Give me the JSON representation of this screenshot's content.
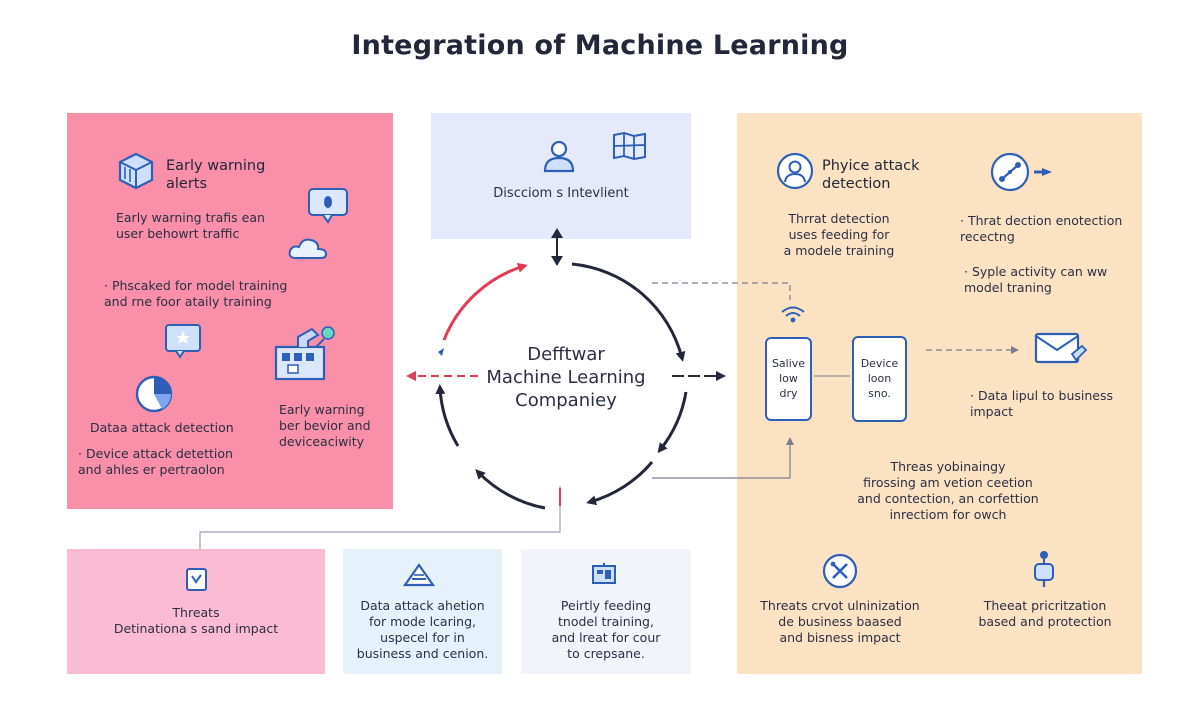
{
  "title": "Integration of Machine Learning",
  "center": {
    "label": "Defftwar\nMachine Learning\nCompaniey"
  },
  "left_panel": {
    "heading": "Early warning\nalerts",
    "text1": "Early warning trafis ean\nuser behowrt traffic",
    "text2": "· Phscaked for model training\nand rne foor ataily training",
    "text3": "Early warning\nber bevior and\ndeviceaciwity",
    "text4": "Dataa attack detection",
    "text5": "· Device attack detettion\nand ahles er pertraolon"
  },
  "top_panel": {
    "label": "Discciom s Intevlient"
  },
  "right_panel": {
    "heading": "Phyice attack\ndetection",
    "text1": "Thrrat detection\nuses feeding for\na modele training",
    "text2": "· Thrat dection enotection\nrecectng",
    "text3": "· Syple activity can ww\nmodel traning",
    "device1": "Salive\nlow\ndry",
    "device2": "Device\nloon\nsno.",
    "text4": "· Data lipul to business\nimpact",
    "text5": "Threas yobinaingy\nfirossing am vetion ceetion\nand contection, an corfettion\ninrectiom for owch",
    "text6": "Threats crvot ulninization\nde business baased\nand bisness impact",
    "text7": "Theeat pricritzation\nbased and protection"
  },
  "bottom_boxes": [
    {
      "text": "Threats\nDetinationa s sand impact"
    },
    {
      "text": "Data attack ahetion\nfor mode lcaring,\nuspecel for in\nbusiness and cenion."
    },
    {
      "text": "Peirtly feeding\ntnodel training,\nand lreat for cour\nto crepsane."
    }
  ],
  "colors": {
    "left_panel": "#f98fa8",
    "top_panel": "#e4e9fb",
    "right_panel": "#fbe2c3",
    "bottom1": "#fbbcd3",
    "bottom2": "#e6f2fb",
    "bottom3": "#f1f5fa",
    "cycle_arrow": "#23273a",
    "accent_arrow": "#e23a57",
    "icon_blue": "#2e5fb8"
  },
  "icons": [
    "cube-icon",
    "chat-bubble-icon",
    "cloud-icon",
    "star-chat-icon",
    "factory-icon",
    "pie-chart-icon",
    "person-icon",
    "map-grid-icon",
    "user-circle-icon",
    "network-icon",
    "wifi-icon",
    "mail-icon",
    "tools-icon",
    "robot-icon",
    "document-icon",
    "warning-icon",
    "slides-icon"
  ]
}
